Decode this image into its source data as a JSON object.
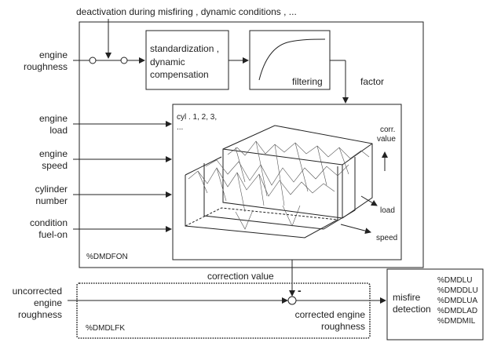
{
  "top_label": "deactivation during misfiring , dynamic conditions , ...",
  "inputs": {
    "engine_roughness": [
      "engine",
      "roughness"
    ],
    "engine_load": [
      "engine",
      "load"
    ],
    "engine_speed": [
      "engine",
      "speed"
    ],
    "cylinder_number": [
      "cylinder",
      "number"
    ],
    "condition_fuel_on": [
      "condition",
      "fuel-on"
    ],
    "uncorrected": [
      "uncorrected",
      "engine",
      "roughness"
    ]
  },
  "blocks": {
    "standardization": [
      "standardization ,",
      "dynamic",
      "compensation"
    ],
    "filtering": "filtering",
    "factor": "factor",
    "cylinder_map": [
      "cyl . 1, 2, 3,",
      "..."
    ],
    "corr_value_axis": [
      "corr.",
      "value"
    ],
    "load_axis": "load",
    "speed_axis": "speed",
    "dmdfon": "%DMDFON",
    "correction_value": "correction value",
    "minus_sign": "-",
    "dmdlfk": "%DMDLFK",
    "corrected": [
      "corrected engine",
      "roughness"
    ],
    "misfire_detection": [
      "misfire",
      "detection"
    ],
    "misfire_codes": [
      "%DMDLU",
      "%DMDDLU",
      "%DMDLUA",
      "%DMDLAD",
      "%DMDMIL"
    ]
  }
}
